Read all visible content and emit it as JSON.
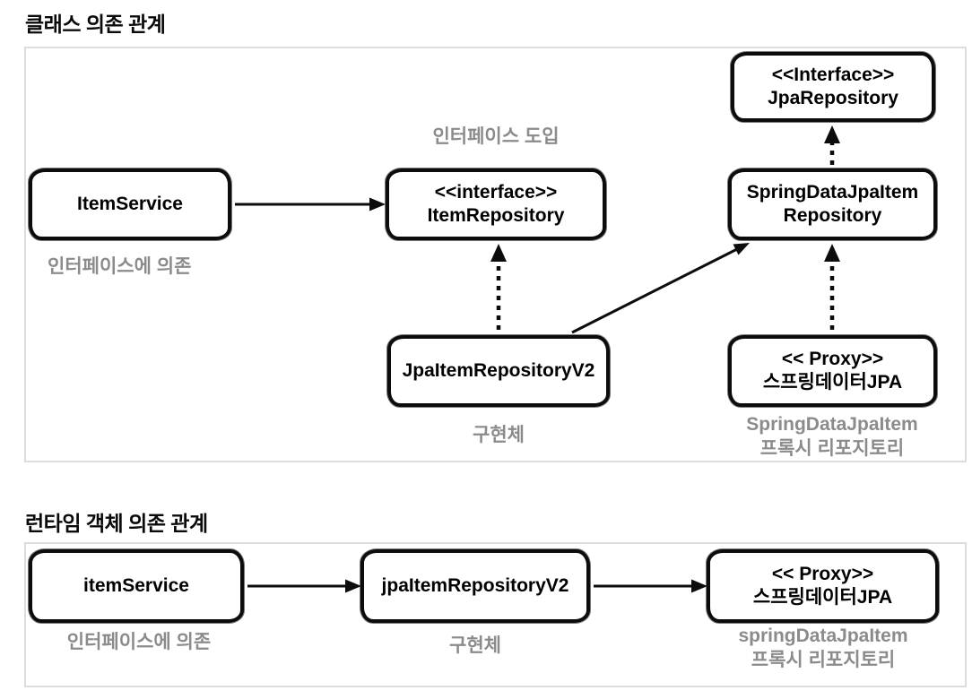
{
  "colors": {
    "box_border": "#0c0c0c",
    "caption_gray": "#8b8b8b",
    "panel_border": "#dcdcdc",
    "arrow": "#0c0c0c",
    "background": "#ffffff"
  },
  "class_diagram": {
    "title": "클래스 의존 관계",
    "nodes": {
      "jpa_repository": {
        "line1": "<<Interface>>",
        "line2": "JpaRepository"
      },
      "item_service": {
        "line1": "ItemService"
      },
      "item_repository": {
        "line1": "<<interface>>",
        "line2": "ItemRepository"
      },
      "spring_data_jpa_item_repository": {
        "line1": "SpringDataJpaItem",
        "line2": "Repository"
      },
      "jpa_item_repository_v2": {
        "line1": "JpaItemRepositoryV2"
      },
      "proxy": {
        "line1": "<< Proxy>>",
        "line2": "스프링데이터JPA"
      }
    },
    "annotations": {
      "interface_intro": "인터페이스 도입",
      "depends_on_interface": "인터페이스에 의존",
      "implementation": "구현체",
      "proxy_caption_line1": "SpringDataJpaItem",
      "proxy_caption_line2": "프록시 리포지토리"
    }
  },
  "runtime_diagram": {
    "title": "런타임 객체 의존 관계",
    "nodes": {
      "item_service": {
        "line1": "itemService"
      },
      "jpa_item_repository_v2": {
        "line1": "jpaItemRepositoryV2"
      },
      "proxy": {
        "line1": "<< Proxy>>",
        "line2": "스프링데이터JPA"
      }
    },
    "annotations": {
      "depends_on_interface": "인터페이스에 의존",
      "implementation": "구현체",
      "proxy_caption_line1": "springDataJpaItem",
      "proxy_caption_line2": "프록시 리포지토리"
    }
  }
}
